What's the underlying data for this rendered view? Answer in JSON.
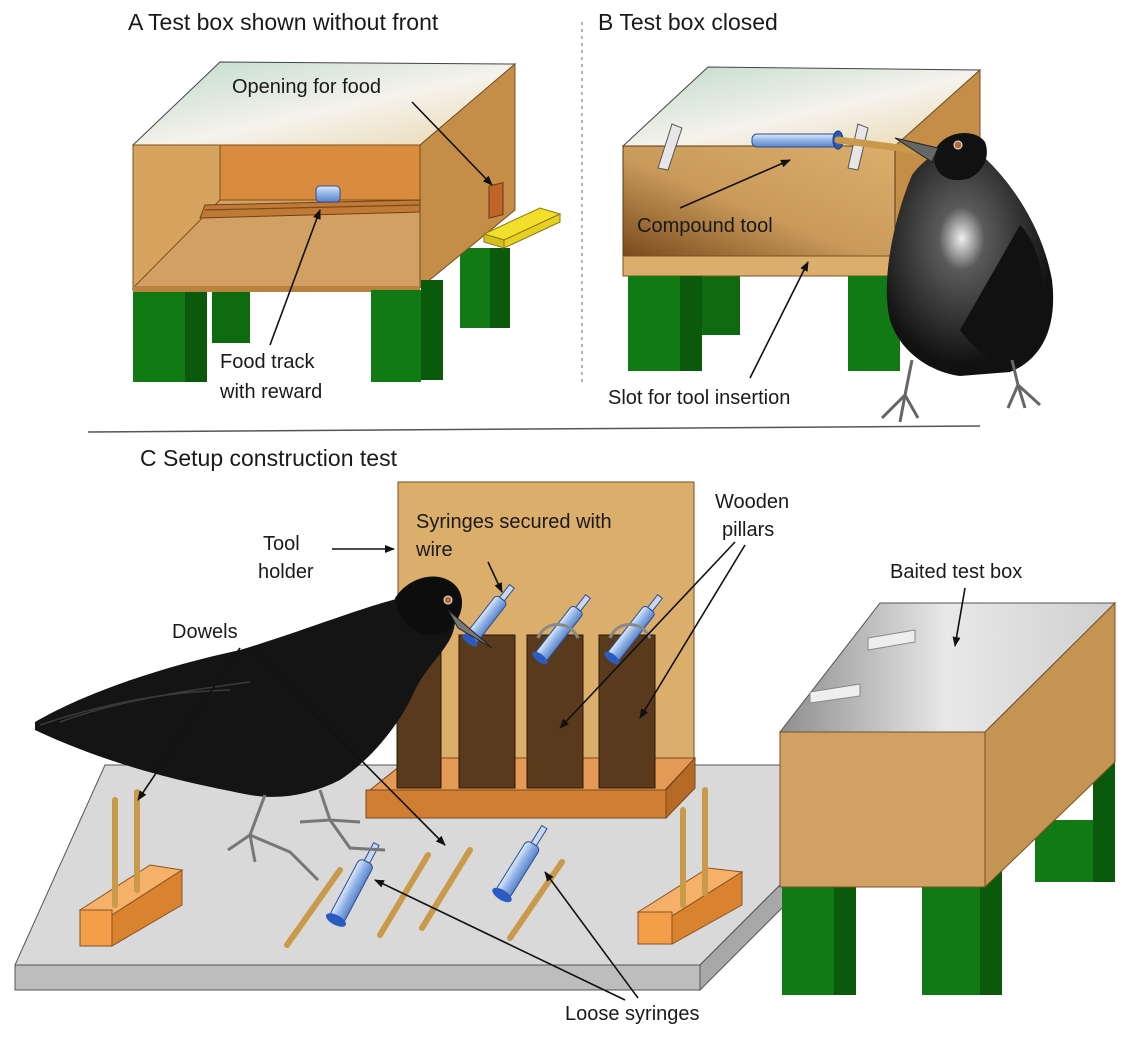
{
  "panels": {
    "a": {
      "title": "A Test box shown without front",
      "labels": {
        "opening": "Opening for food",
        "track_line1": "Food track",
        "track_line2": "with reward"
      }
    },
    "b": {
      "title": "B Test box closed",
      "labels": {
        "compound": "Compound tool",
        "slot": "Slot for tool insertion"
      }
    },
    "c": {
      "title": "C Setup construction test",
      "labels": {
        "holder_line1": "Tool",
        "holder_line2": "holder",
        "syringes_line1": "Syringes secured with",
        "syringes_line2": "wire",
        "pillars_line1": "Wooden",
        "pillars_line2": "pillars",
        "baited": "Baited test box",
        "dowels": "Dowels",
        "loose": "Loose syringes"
      }
    }
  },
  "colors": {
    "box_tan": "#d7a45f",
    "box_dark": "#b9823f",
    "box_inner": "#d98b3e",
    "leg_green": "#127a14",
    "leg_dark": "#0b5a0c",
    "tray_yellow": "#f2df2a",
    "pillar_brown": "#5a3a1c",
    "syringe_blue": "#8fb2e6",
    "crow_black": "#111111",
    "base_grey": "#d9d9d9"
  }
}
